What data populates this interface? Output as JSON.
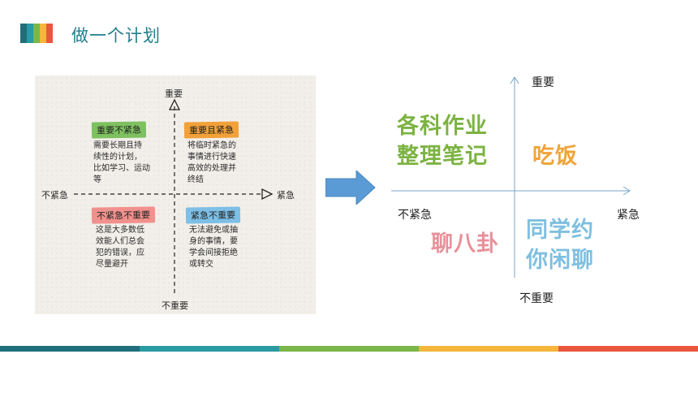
{
  "header": {
    "title": "做一个计划",
    "stripe_colors": [
      "#1f6f7a",
      "#2a9aa3",
      "#7ab648",
      "#f5b63b",
      "#e9573f"
    ]
  },
  "left_panel": {
    "axis": {
      "top": "重要",
      "bottom": "不重要",
      "left": "不紧急",
      "right": "紧急"
    },
    "quadrants": {
      "top_left": {
        "tag": "重要不紧急",
        "lines": [
          "需要长期且持",
          "续性的计划，",
          "比如学习、运动",
          "等"
        ]
      },
      "top_right": {
        "tag": "重要且紧急",
        "lines": [
          "将临时紧急的",
          "事情进行快速",
          "高效的处理并",
          "终结"
        ]
      },
      "bottom_left": {
        "tag": "不紧急不重要",
        "lines": [
          "这是大多数低",
          "效能人们总会",
          "犯的错误，应",
          "尽量避开"
        ]
      },
      "bottom_right": {
        "tag": "紧急不重要",
        "lines": [
          "无法避免或抽",
          "身的事情，要",
          "学会间接拒绝",
          "或转交"
        ]
      }
    }
  },
  "arrow": {
    "color": "#5b9bd5"
  },
  "right_matrix": {
    "axis": {
      "top": "重要",
      "bottom": "不重要",
      "left": "不紧急",
      "right": "紧急"
    },
    "items": {
      "top_left": [
        "各科作业",
        "整理笔记"
      ],
      "top_right": [
        "吃饭"
      ],
      "bottom_left": [
        "聊八卦"
      ],
      "bottom_right": [
        "同学约",
        "你闲聊"
      ]
    },
    "axis_color": "#7aa6cc"
  },
  "footer": {
    "bar_colors": [
      "#1f6f7a",
      "#2a9aa3",
      "#7ab648",
      "#f5b63b",
      "#e9573f"
    ]
  }
}
